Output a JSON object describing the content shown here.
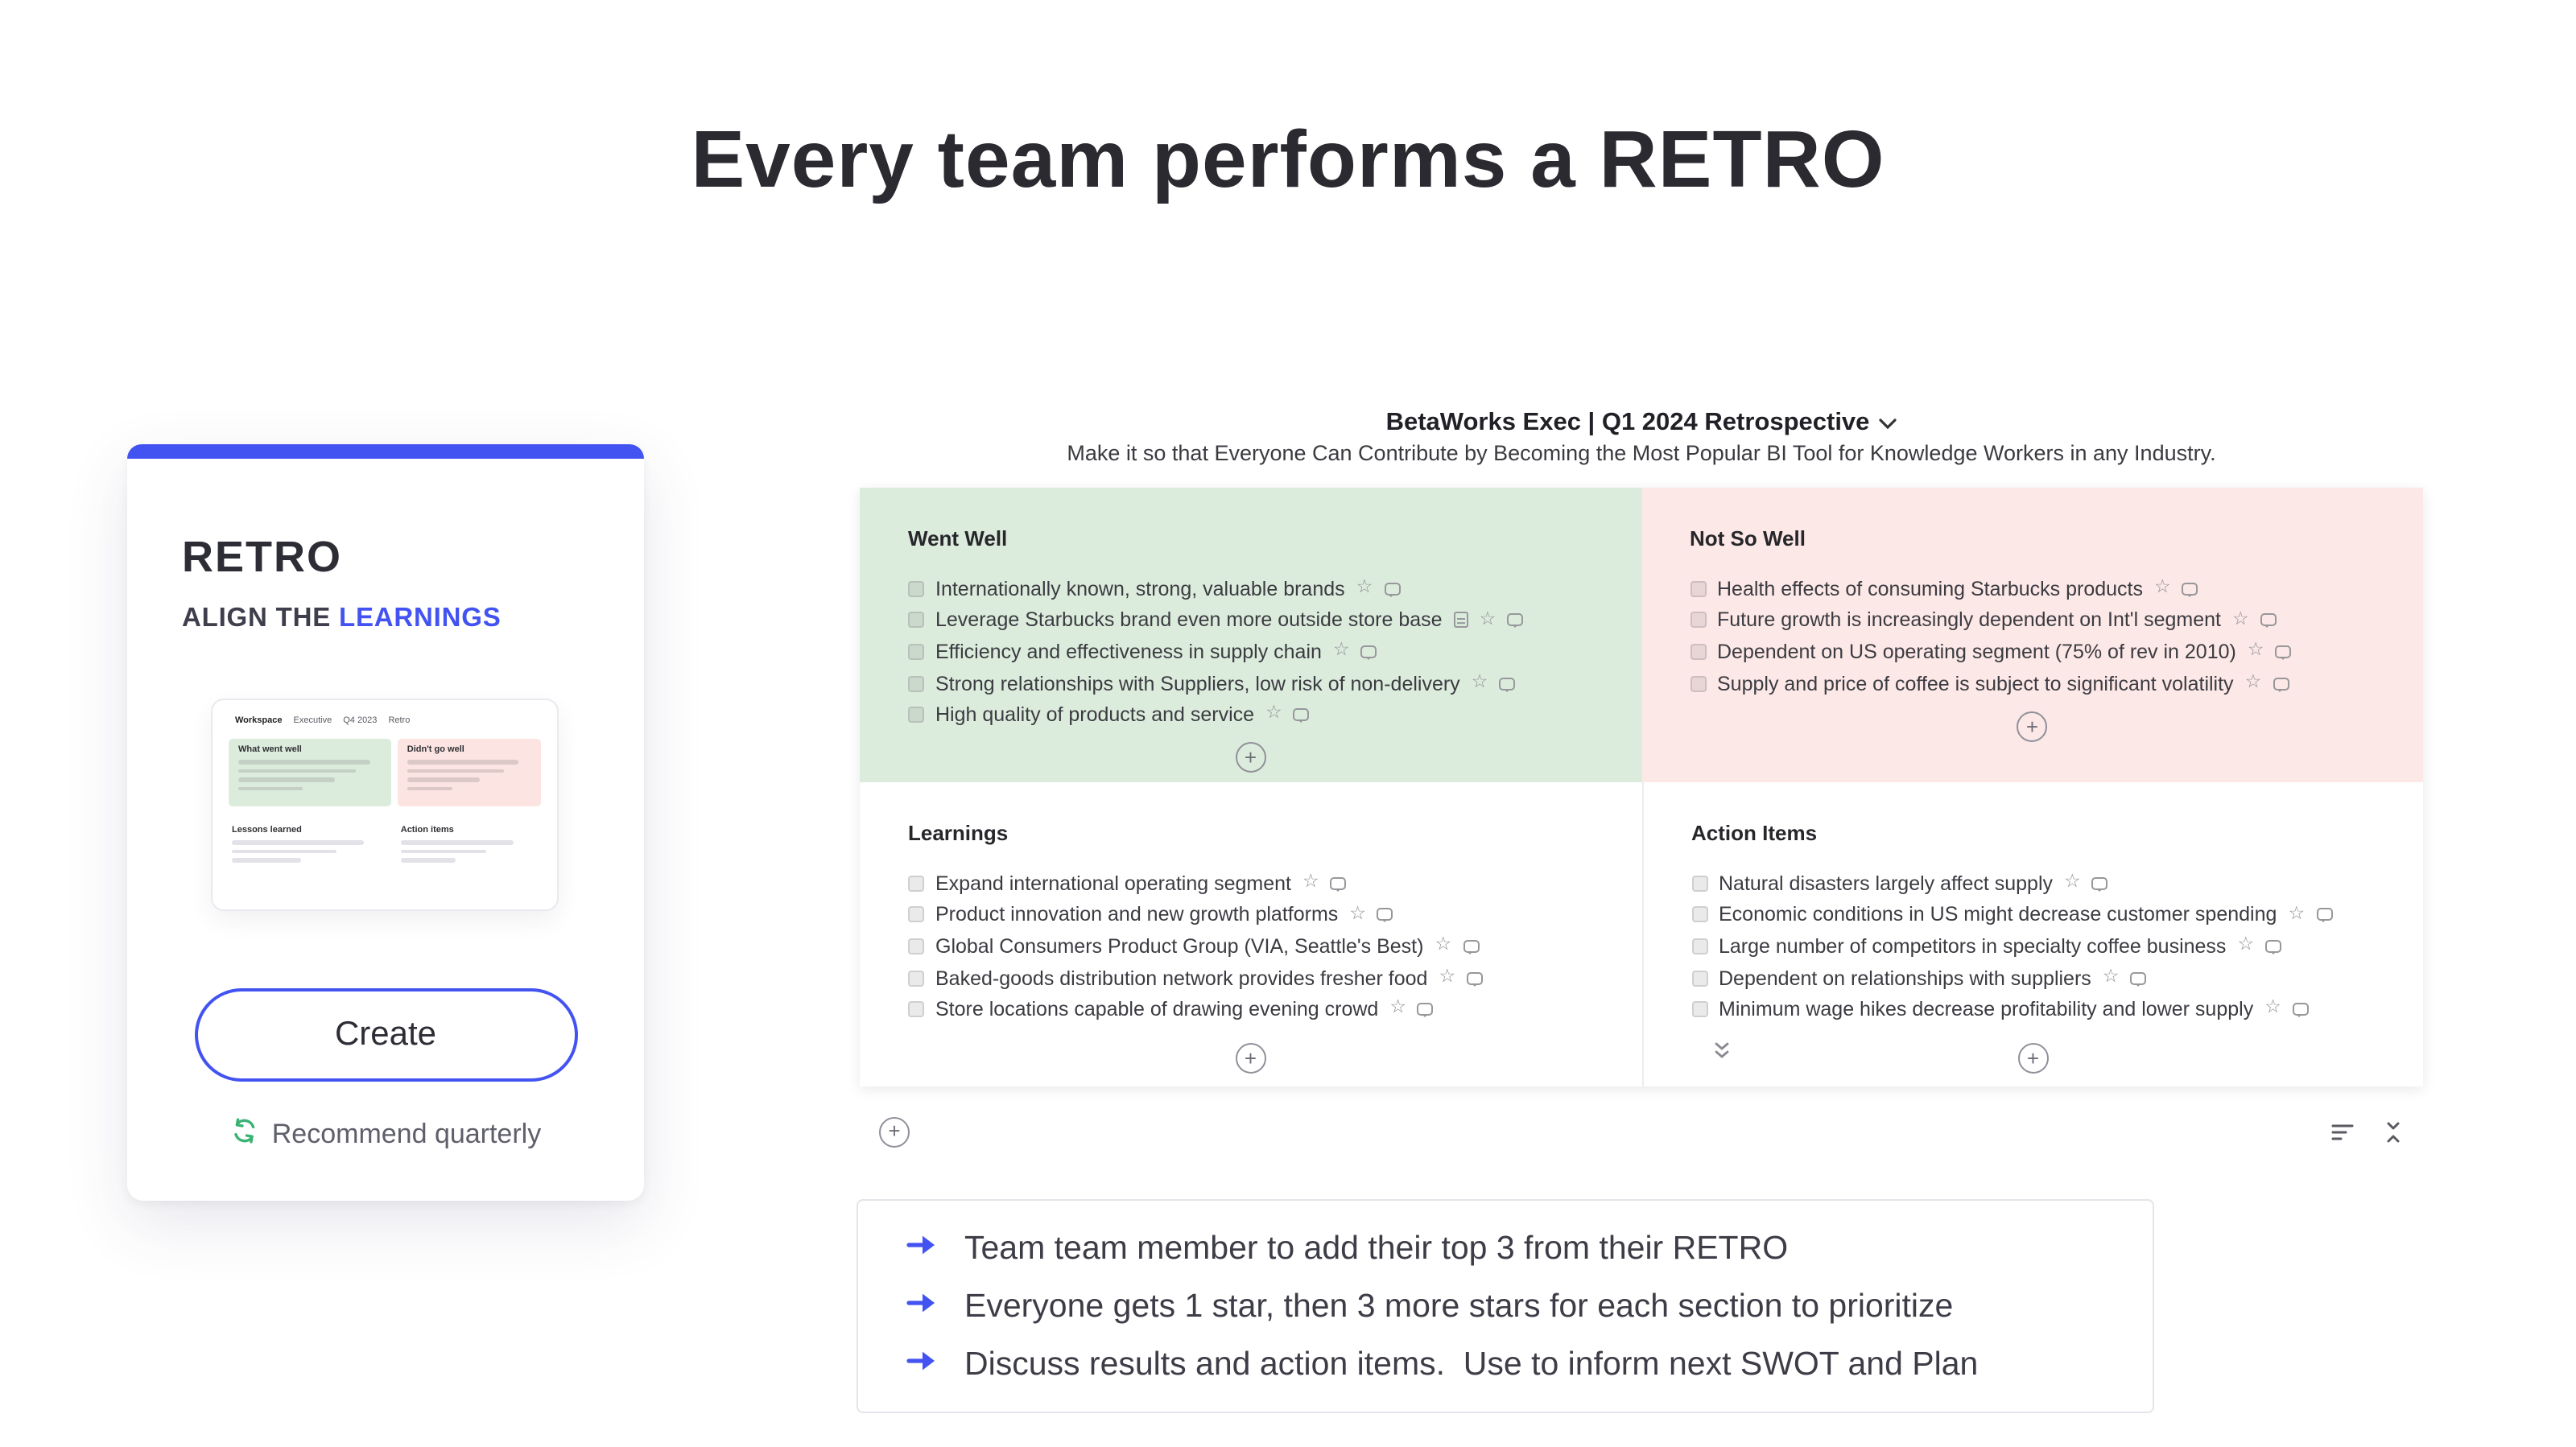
{
  "page": {
    "title": "Every team performs a RETRO"
  },
  "promo_card": {
    "title": "RETRO",
    "tagline_prefix": "ALIGN THE ",
    "tagline_highlight": "LEARNINGS",
    "create_button": "Create",
    "recommend_label": "Recommend quarterly",
    "thumbnail": {
      "nav": [
        "Workspace",
        "Executive",
        "Q4 2023",
        "Retro"
      ],
      "sections": {
        "top_left": "What went well",
        "top_right": "Didn't go well",
        "bottom_left": "Lessons learned",
        "bottom_right": "Action items"
      }
    }
  },
  "board": {
    "title": "BetaWorks Exec | Q1 2024 Retrospective",
    "subtitle": "Make it so that Everyone Can Contribute by Becoming the Most Popular BI Tool for Knowledge Workers in any Industry.",
    "quadrants": [
      {
        "name": "Went Well",
        "items": [
          {
            "text": "Internationally known, strong, valuable brands"
          },
          {
            "text": "Leverage Starbucks brand even more outside store base",
            "note": true
          },
          {
            "text": "Efficiency and effectiveness in supply chain"
          },
          {
            "text": "Strong relationships with Suppliers, low risk of non-delivery"
          },
          {
            "text": "High quality of products and service"
          }
        ]
      },
      {
        "name": "Not So Well",
        "items": [
          {
            "text": "Health effects of consuming Starbucks products"
          },
          {
            "text": "Future growth is increasingly dependent on Int'l segment"
          },
          {
            "text": "Dependent on US operating segment (75% of rev in 2010)"
          },
          {
            "text": "Supply and price of coffee is subject to significant volatility"
          }
        ]
      },
      {
        "name": "Learnings",
        "items": [
          {
            "text": "Expand international operating segment"
          },
          {
            "text": "Product innovation and new growth platforms"
          },
          {
            "text": "Global Consumers Product Group (VIA, Seattle's Best)"
          },
          {
            "text": "Baked-goods distribution network provides fresher food"
          },
          {
            "text": "Store locations capable of drawing evening crowd"
          }
        ]
      },
      {
        "name": "Action Items",
        "items": [
          {
            "text": "Natural disasters largely affect supply"
          },
          {
            "text": "Economic conditions in US might decrease customer spending"
          },
          {
            "text": "Large number of competitors in specialty coffee business"
          },
          {
            "text": "Dependent on relationships with suppliers"
          },
          {
            "text": "Minimum wage hikes decrease profitability and lower supply"
          }
        ]
      }
    ]
  },
  "notes": {
    "bullets": [
      "Team team member to add their top 3 from their RETRO",
      "Everyone gets 1 star, then 3 more stars for each section to prioritize",
      "Discuss results and action items.  Use to inform next SWOT and Plan"
    ]
  },
  "icons": {
    "star": "☆",
    "plus": "+"
  },
  "colors": {
    "accent": "#4353f1",
    "went_well_bg": "#dcecdc",
    "not_so_well_bg": "#fce8e6",
    "recommend_green": "#3bb273"
  }
}
